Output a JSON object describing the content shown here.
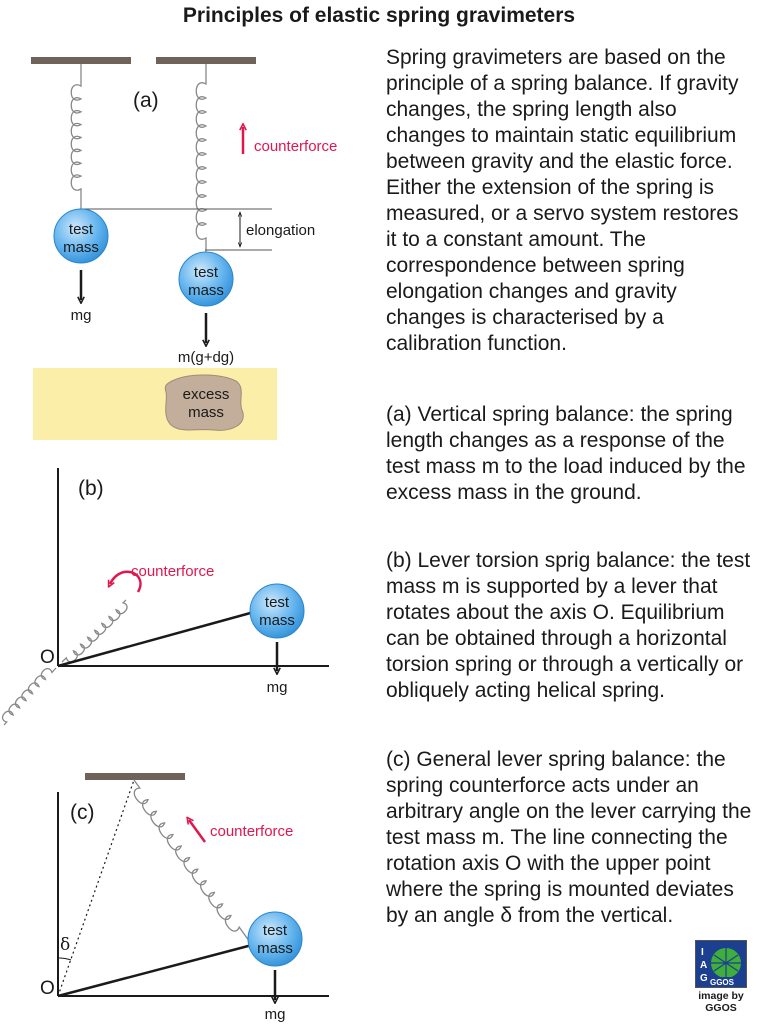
{
  "title": "Principles of elastic spring gravimeters",
  "paragraphs": [
    "Spring gravimeters are based on the principle of a spring balance. If gravity changes, the spring length also changes to maintain static equilibrium between gravity and the elastic force. Either the extension of the spring is measured, or a servo system restores it to a constant amount. The correspondence between spring elongation changes and gravity changes is characterised by a calibration function.",
    "(a) Vertical spring balance: the spring length changes as a response of the test mass m to the load induced by the excess mass in the ground.",
    "(b) Lever torsion sprig balance: the test mass m is supported by a lever that rotates about the axis O. Equilibrium can be obtained through a horizontal torsion spring or through a vertically or obliquely acting helical spring.",
    "(c) General lever spring balance: the spring counterforce acts under an arbitrary angle on the lever carrying the test mass m. The line connecting the rotation axis O with the upper point where the spring is mounted deviates by an angle δ from the vertical."
  ],
  "diagram": {
    "panel_a": {
      "label": "(a)",
      "counterforce": "counterforce",
      "elongation": "elongation",
      "mass_left_line1": "test",
      "mass_left_line2": "mass",
      "mass_right_line1": "test",
      "mass_right_line2": "mass",
      "force_left": "mg",
      "force_right": "m(g+dg)",
      "excess_line1": "excess",
      "excess_line2": "mass"
    },
    "panel_b": {
      "label": "(b)",
      "counterforce": "counterforce",
      "mass_line1": "test",
      "mass_line2": "mass",
      "axis": "O",
      "force": "mg"
    },
    "panel_c": {
      "label": "(c)",
      "counterforce": "counterforce",
      "mass_line1": "test",
      "mass_line2": "mass",
      "axis": "O",
      "angle": "δ",
      "force": "mg"
    }
  },
  "logo": {
    "letters": [
      "I",
      "A",
      "G",
      "GGOS"
    ],
    "caption_line1": "image by",
    "caption_line2": "GGOS"
  },
  "colors": {
    "accent_red": "#e0174f",
    "mass_blue": "#3a9ee6",
    "ground_yellow": "#fbeea8",
    "excess_brown": "#c3ad9b",
    "mount_gray": "#6e6259",
    "spring_gray": "#888888",
    "logo_blue": "#1c3f8f",
    "logo_green": "#3fae3a"
  }
}
